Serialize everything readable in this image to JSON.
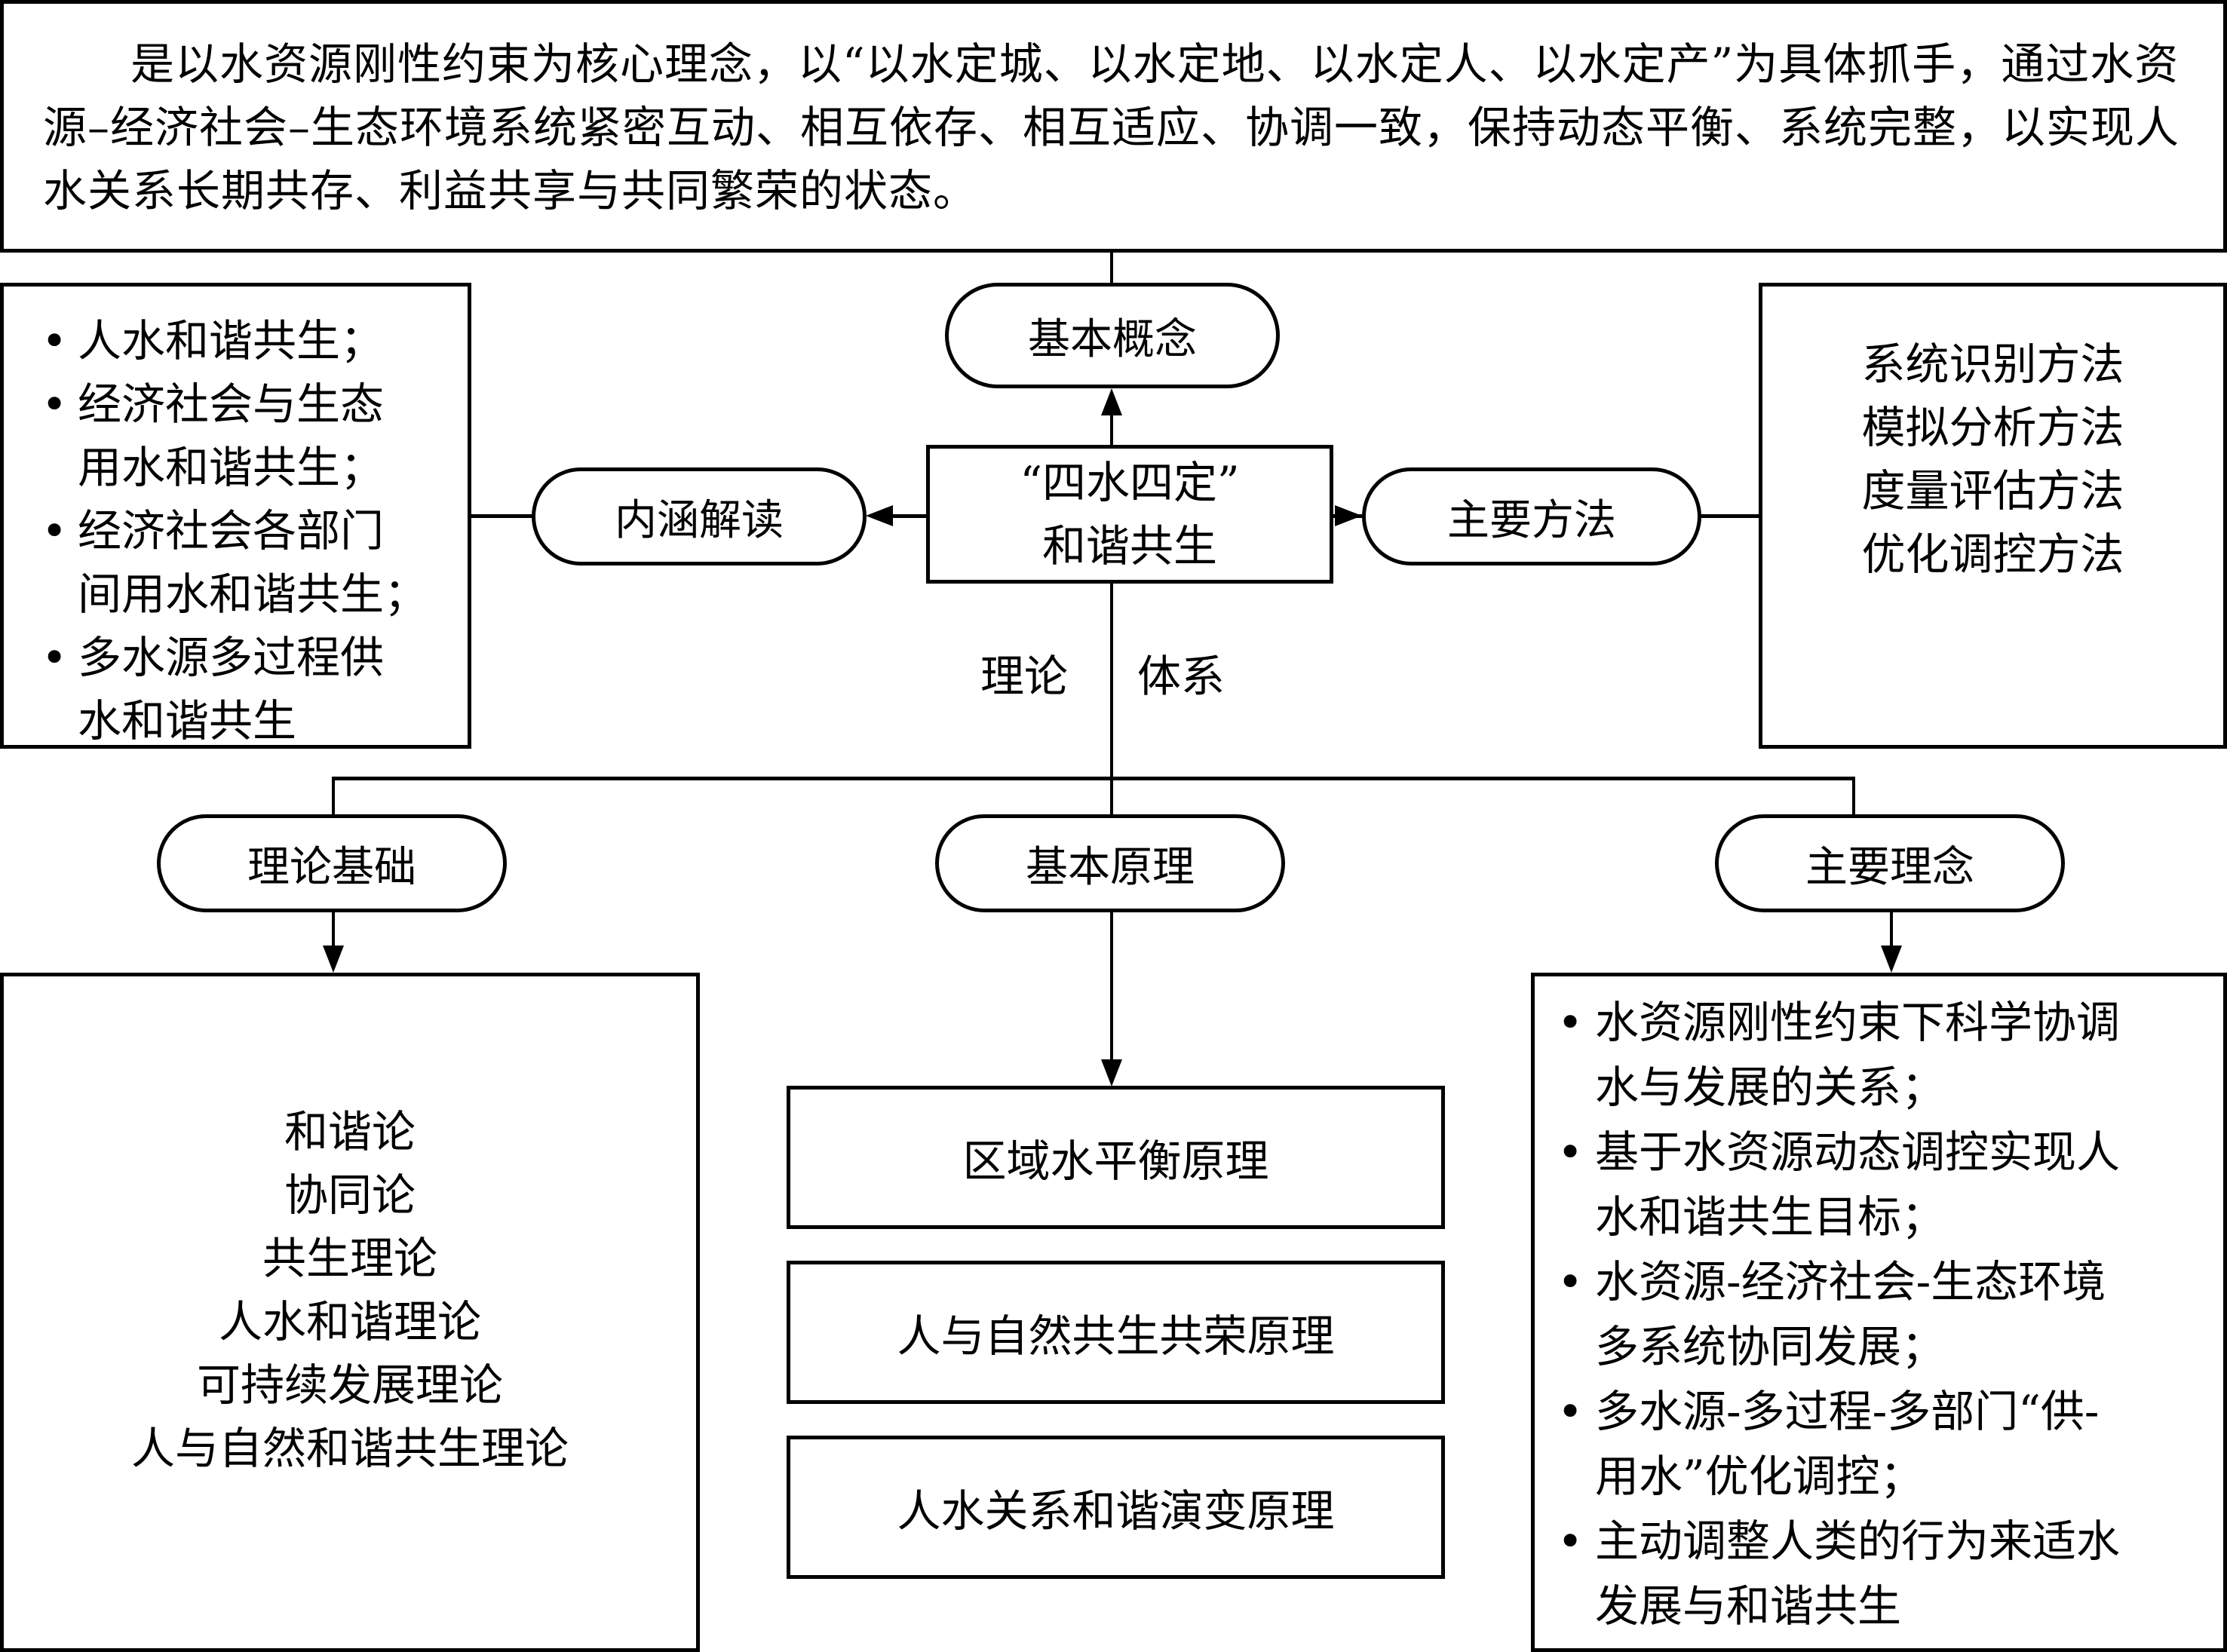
{
  "concept": {
    "text": "是以水资源刚性约束为核心理念，以“以水定城、以水定地、以水定人、以水定产”为具体抓手，通过水资源–经济社会–生态环境系统紧密互动、相互依存、相互适应、协调一致，保持动态平衡、系统完整，以实现人水关系长期共存、利益共享与共同繁荣的状态。"
  },
  "center": {
    "line1": "“四水四定”",
    "line2": "和谐共生"
  },
  "nodes": {
    "basic_concept": "基本概念",
    "connotation": "内涵解读",
    "main_methods": "主要方法",
    "theory_basis": "理论基础",
    "basic_principles": "基本原理",
    "main_ideas": "主要理念"
  },
  "theory_system": {
    "left": "理论",
    "right": "体系"
  },
  "connotation_items": [
    {
      "bullet": "•",
      "lines": [
        "人水和谐共生；"
      ]
    },
    {
      "bullet": "•",
      "lines": [
        "经济社会与生态",
        "用水和谐共生；"
      ]
    },
    {
      "bullet": "•",
      "lines": [
        "经济社会各部门",
        "间用水和谐共生；"
      ]
    },
    {
      "bullet": "•",
      "lines": [
        "多水源多过程供",
        "水和谐共生"
      ]
    }
  ],
  "methods": [
    "系统识别方法",
    "模拟分析方法",
    "度量评估方法",
    "优化调控方法"
  ],
  "theory_basis_items": [
    "和谐论",
    "协同论",
    "共生理论",
    "人水和谐理论",
    "可持续发展理论",
    "人与自然和谐共生理论"
  ],
  "principles": [
    "区域水平衡原理",
    "人与自然共生共荣原理",
    "人水关系和谐演变原理"
  ],
  "ideas": [
    {
      "bullet": "•",
      "lines": [
        "水资源刚性约束下科学协调",
        "水与发展的关系；"
      ]
    },
    {
      "bullet": "•",
      "lines": [
        "基于水资源动态调控实现人",
        "水和谐共生目标；"
      ]
    },
    {
      "bullet": "•",
      "lines": [
        "水资源-经济社会-生态环境",
        "多系统协同发展；"
      ]
    },
    {
      "bullet": "•",
      "lines": [
        "多水源-多过程-多部门“供-",
        "用水”优化调控；"
      ]
    },
    {
      "bullet": "•",
      "lines": [
        "主动调整人类的行为来适水",
        "发展与和谐共生"
      ]
    }
  ]
}
